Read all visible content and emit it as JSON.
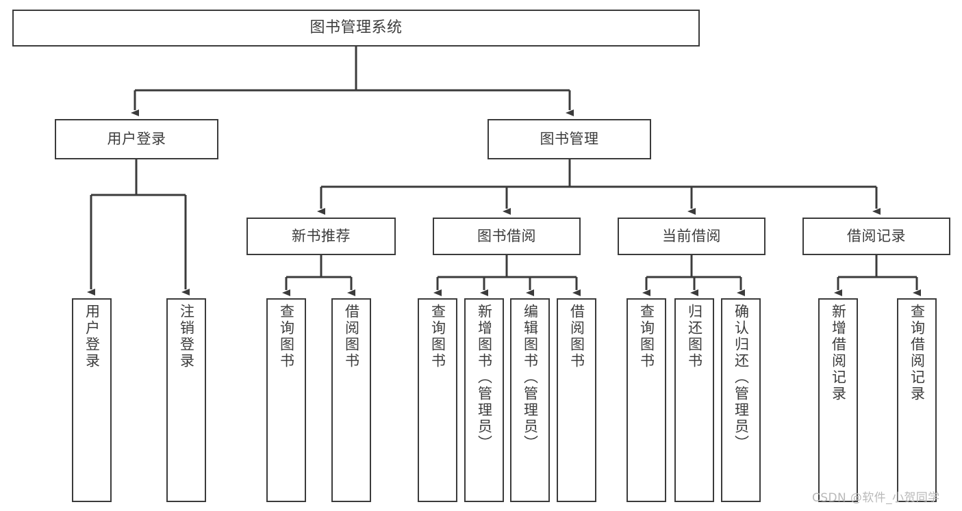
{
  "diagram": {
    "title": "图书管理系统",
    "type": "tree-hierarchy-chart",
    "line_color": "#3b3b3b",
    "box_fill": "#ffffff",
    "text_color": "#3c3c3c"
  },
  "nodes": {
    "root": {
      "label": "图书管理系统"
    },
    "level1": [
      {
        "id": "user-login",
        "label": "用户登录"
      },
      {
        "id": "book-manage",
        "label": "图书管理"
      }
    ],
    "level2": [
      {
        "id": "new-book-recommend",
        "label": "新书推荐"
      },
      {
        "id": "book-borrow",
        "label": "图书借阅"
      },
      {
        "id": "current-borrow",
        "label": "当前借阅"
      },
      {
        "id": "borrow-record",
        "label": "借阅记录"
      }
    ],
    "leaves": {
      "user_login": [
        {
          "id": "leaf-user-login",
          "label": "用户登录"
        },
        {
          "id": "leaf-logout",
          "label": "注销登录"
        }
      ],
      "new_book_recommend": [
        {
          "id": "leaf-query-book-1",
          "label": "查询图书"
        },
        {
          "id": "leaf-borrow-book-1",
          "label": "借阅图书"
        }
      ],
      "book_borrow": [
        {
          "id": "leaf-query-book-2",
          "label": "查询图书"
        },
        {
          "id": "leaf-add-book",
          "label": "新增图书（管理员）"
        },
        {
          "id": "leaf-edit-book",
          "label": "编辑图书（管理员）"
        },
        {
          "id": "leaf-borrow-book-2",
          "label": "借阅图书"
        }
      ],
      "current_borrow": [
        {
          "id": "leaf-query-book-3",
          "label": "查询图书"
        },
        {
          "id": "leaf-return-book",
          "label": "归还图书"
        },
        {
          "id": "leaf-confirm-return",
          "label": "确认归还（管理员）"
        }
      ],
      "borrow_record": [
        {
          "id": "leaf-add-record",
          "label": "新增借阅记录"
        },
        {
          "id": "leaf-query-record",
          "label": "查询借阅记录"
        }
      ]
    }
  },
  "watermark": {
    "text": "CSDN @软件_小贺同学"
  }
}
